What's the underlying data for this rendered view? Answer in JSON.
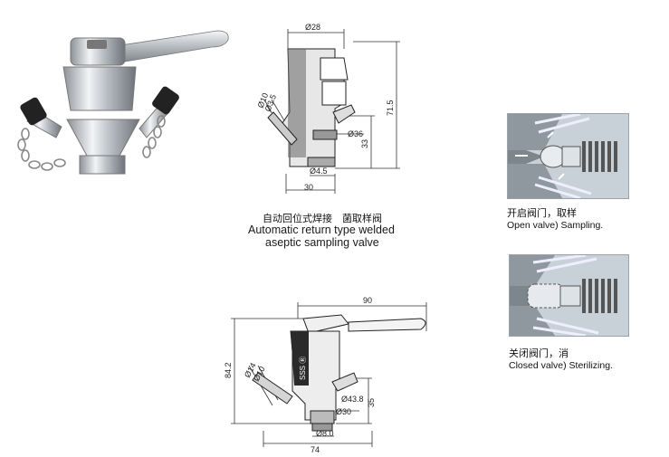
{
  "product_photo": {
    "icon": "aseptic-sampling-valve-photo"
  },
  "top_drawing": {
    "dim_top_diameter": "Ø28",
    "dim_inlet_diameter": "Ø10",
    "dim_inlet_bore": "Ø3.5",
    "dim_body_diameter": "Ø36",
    "dim_bottom_diameter": "Ø4.5",
    "dim_width": "30",
    "dim_height": "71.5",
    "dim_mid_height": "33",
    "caption_cn": "自动回位式焊接　菌取样阀",
    "caption_en_line1": "Automatic return type welded",
    "caption_en_line2": "aseptic sampling valve"
  },
  "bottom_drawing": {
    "dim_handle_length": "90",
    "dim_total_height": "84.2",
    "dim_inlet_diameter": "Ø14",
    "dim_inlet_bore": "Ø10",
    "dim_body_diameter": "Ø43.8",
    "dim_side_height": "35",
    "dim_outlet_diameter": "Ø30",
    "dim_bottom_diameter": "Ø8.0",
    "dim_width": "74",
    "body_marking": "SSS  Ⓡ"
  },
  "detail_open": {
    "caption_cn": "开启阀门，取样",
    "caption_en": "Open valve) Sampling."
  },
  "detail_closed": {
    "caption_cn": "关闭阀门，消",
    "caption_en": "Closed valve) Sterilizing."
  }
}
